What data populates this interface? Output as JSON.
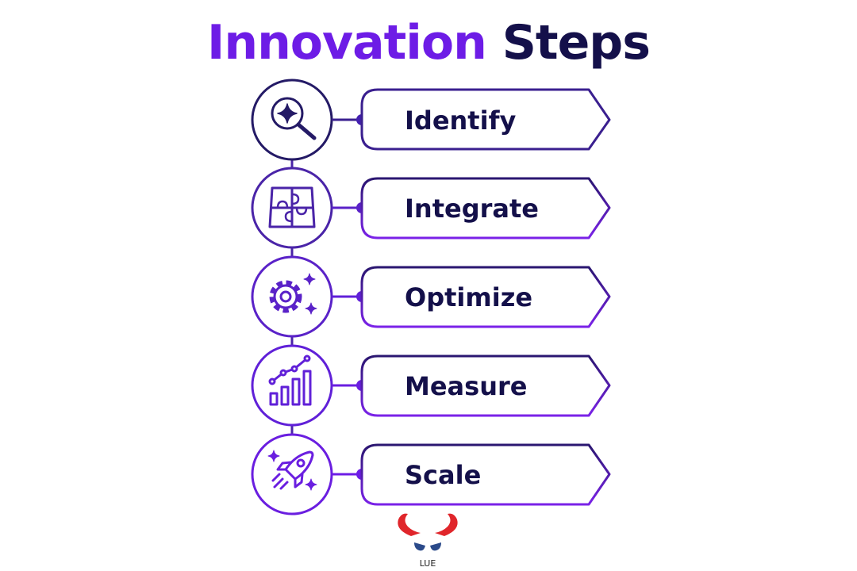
{
  "title": {
    "word1": "Innovation",
    "word2": "Steps"
  },
  "steps": [
    {
      "label": "Identify",
      "icon": "magnifier-sparkle-icon"
    },
    {
      "label": "Integrate",
      "icon": "puzzle-icon"
    },
    {
      "label": "Optimize",
      "icon": "gear-sparkle-icon"
    },
    {
      "label": "Measure",
      "icon": "growth-chart-icon"
    },
    {
      "label": "Scale",
      "icon": "rocket-icon"
    }
  ],
  "logo": {
    "text": "LUE"
  },
  "colors": {
    "accent_purple": "#6d1ce6",
    "dark_navy": "#14104a",
    "logo_red": "#e0262b"
  }
}
